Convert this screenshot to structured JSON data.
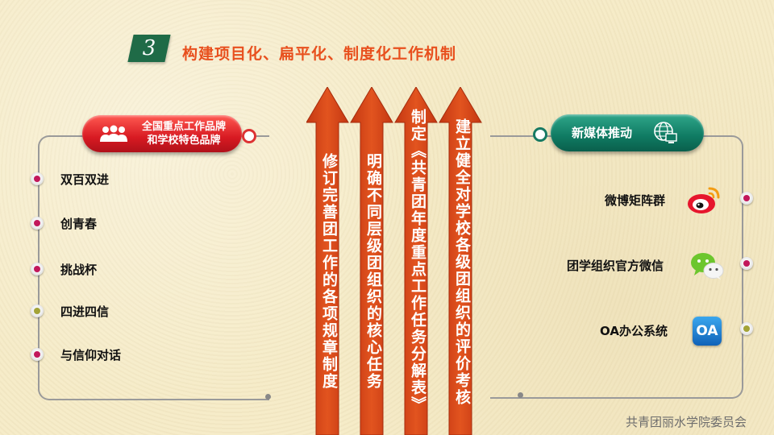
{
  "header": {
    "number": "3",
    "title": "构建项目化、扁平化、制度化工作机制"
  },
  "left": {
    "pill_line1": "全国重点工作品牌",
    "pill_line2": "和学校特色品牌",
    "items": [
      {
        "label": "双百双进",
        "dot_color": "#c2185b"
      },
      {
        "label": "创青春",
        "dot_color": "#c2185b"
      },
      {
        "label": "挑战杯",
        "dot_color": "#c2185b"
      },
      {
        "label": "四进四信",
        "dot_color": "#a3a337"
      },
      {
        "label": "与信仰对话",
        "dot_color": "#c2185b"
      }
    ]
  },
  "arrows": [
    {
      "text": "修订完善团工作的各项规章制度"
    },
    {
      "text": "明确不同层级团组织的核心任务"
    },
    {
      "text": "制定《共青团年度重点工作任务分解表》"
    },
    {
      "text": "建立健全对学校各级团组织的评价考核"
    }
  ],
  "right": {
    "pill_label": "新媒体推动",
    "items": [
      {
        "label": "微博矩阵群",
        "icon": "weibo-icon",
        "dot_color": "#c2185b"
      },
      {
        "label": "团学组织官方微信",
        "icon": "wechat-icon",
        "dot_color": "#c2185b"
      },
      {
        "label": "OA办公系统",
        "icon": "oa-icon",
        "icon_text": "OA",
        "dot_color": "#a3a337"
      }
    ]
  },
  "footer": {
    "text": "共青团丽水学院委员会"
  },
  "colors": {
    "title": "#e8501e",
    "badge": "#1f6b47",
    "arrow": "#d8481c",
    "red_pill": "#d81a22",
    "teal_pill": "#0f7a62"
  }
}
